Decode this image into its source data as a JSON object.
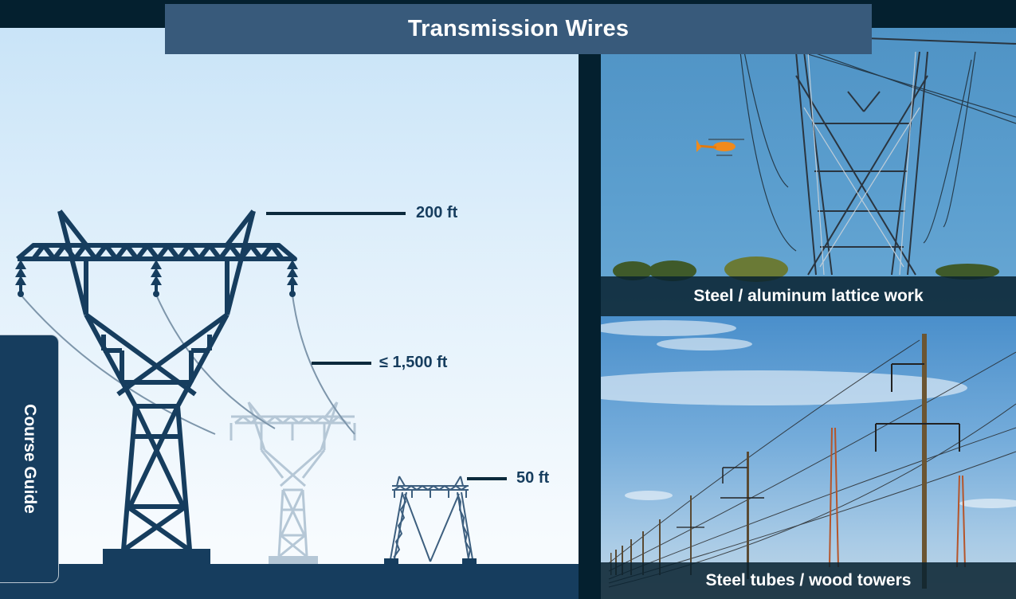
{
  "header": {
    "title": "Transmission Wires"
  },
  "illustration": {
    "height_labels": [
      {
        "id": "tall-tower",
        "text": "200 ft"
      },
      {
        "id": "span-length",
        "text": "≤ 1,500 ft"
      },
      {
        "id": "short-tower",
        "text": "50 ft"
      }
    ],
    "colors": {
      "tower_primary": "#163d5e",
      "tower_faded": "#b5c7d6",
      "leader_line": "#0c2a3c",
      "sky_top": "#c9e4f8",
      "sky_bottom": "#f7fbfe"
    }
  },
  "side_tab": {
    "label": "Course Guide"
  },
  "photos": [
    {
      "id": "lattice",
      "caption": "Steel / aluminum lattice work"
    },
    {
      "id": "tubes",
      "caption": "Steel tubes / wood towers"
    }
  ],
  "theme": {
    "background": "#04202f",
    "banner": "#385a7b",
    "ground": "#163d5e"
  }
}
